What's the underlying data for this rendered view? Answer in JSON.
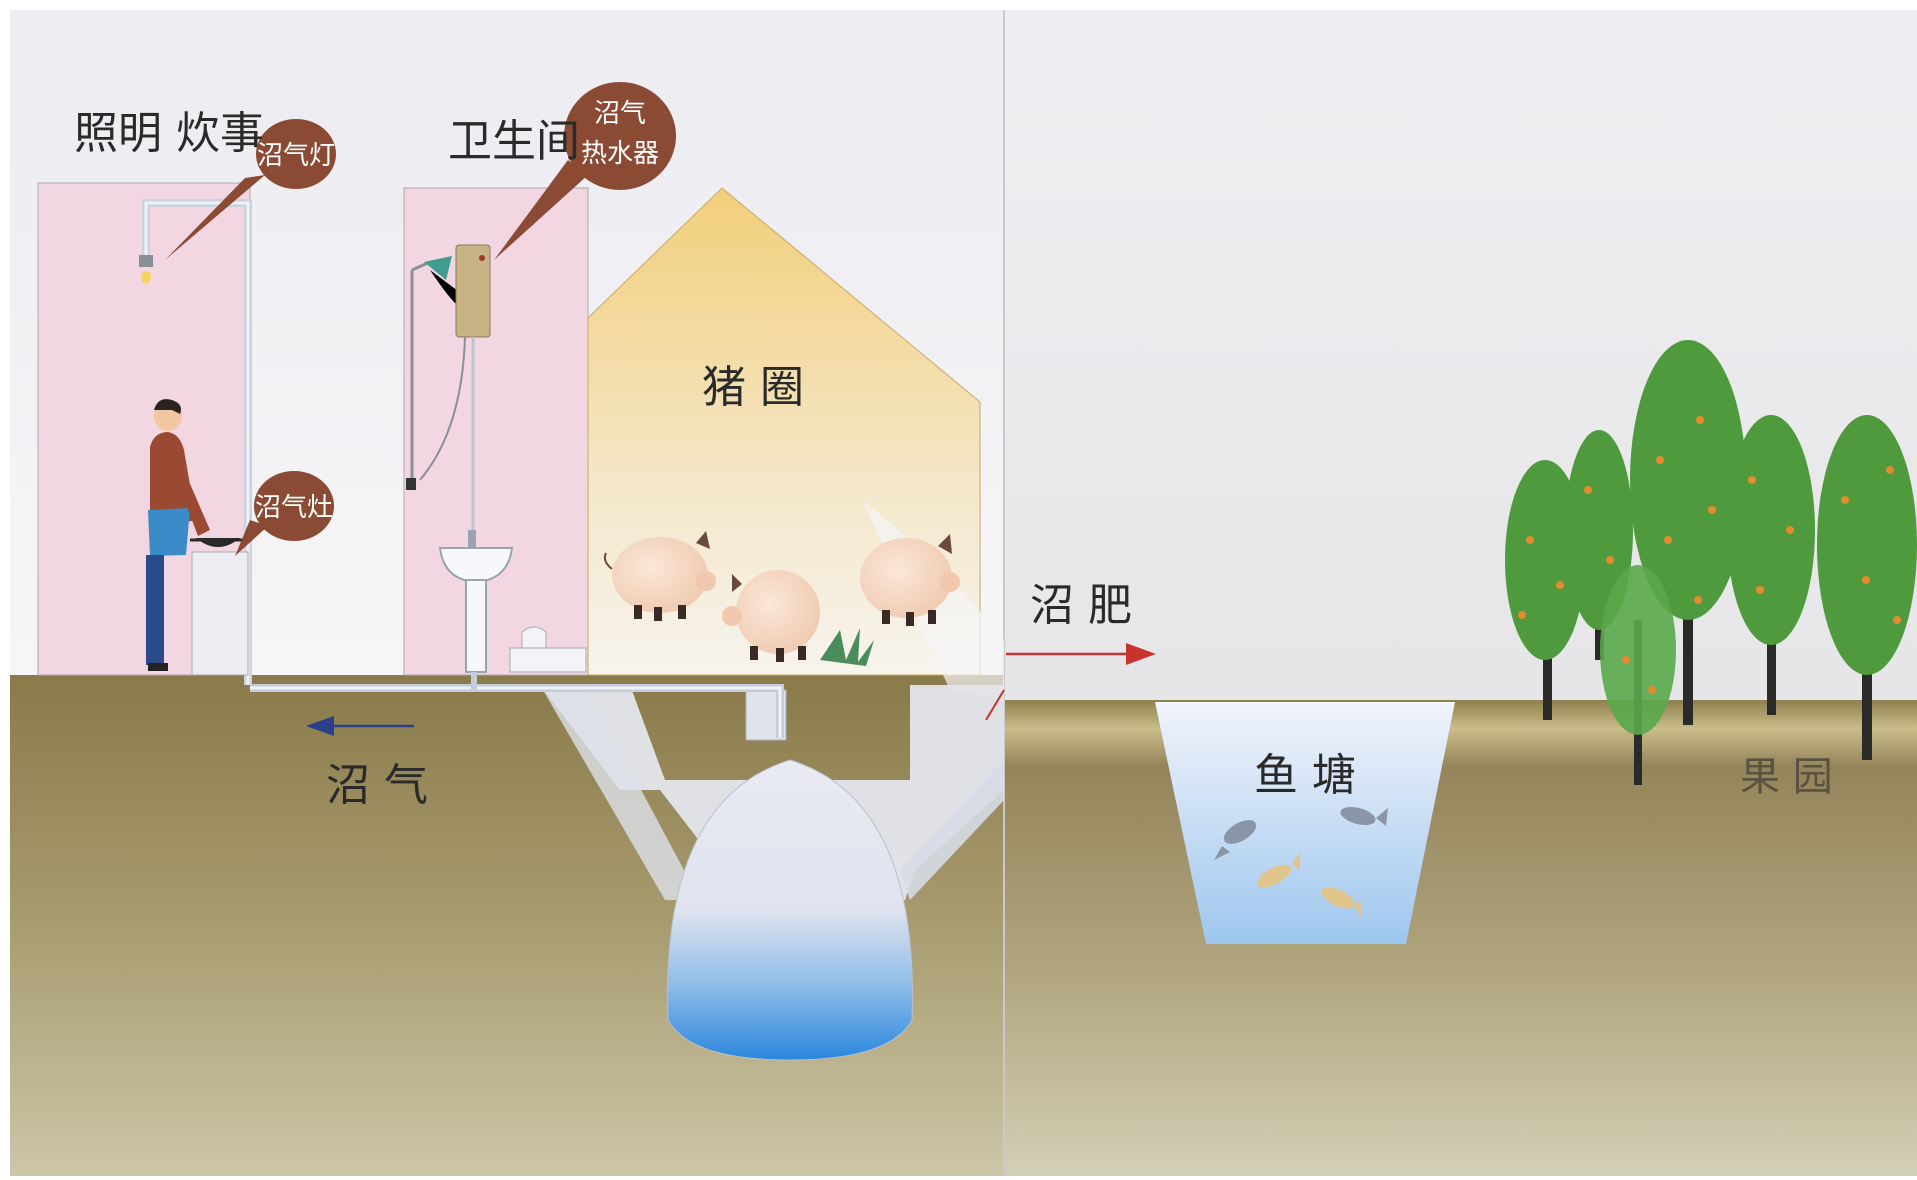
{
  "labels": {
    "lighting_cooking": "照明 炊事",
    "bathroom": "卫生间",
    "pig_pen": "猪 圈",
    "biogas_gas": "沼 气",
    "biogas_fertilizer": "沼 肥",
    "fish_pond": "鱼 塘",
    "orchard": "果 园"
  },
  "callouts": {
    "biogas_lamp": "沼气灯",
    "biogas_stove": "沼气灶",
    "water_heater_line1": "沼气",
    "water_heater_line2": "热水器"
  },
  "colors": {
    "room_pink": "#f2d6e2",
    "pig_pen_yellow": "#f3d488",
    "soil": "#8e7f50",
    "callout_brown": "#8a4a34",
    "arrow_red": "#c8342c",
    "arrow_blue": "#2a3e8c",
    "tree_green": "#4e9a3c",
    "water_blue": "#3c8fe0"
  }
}
